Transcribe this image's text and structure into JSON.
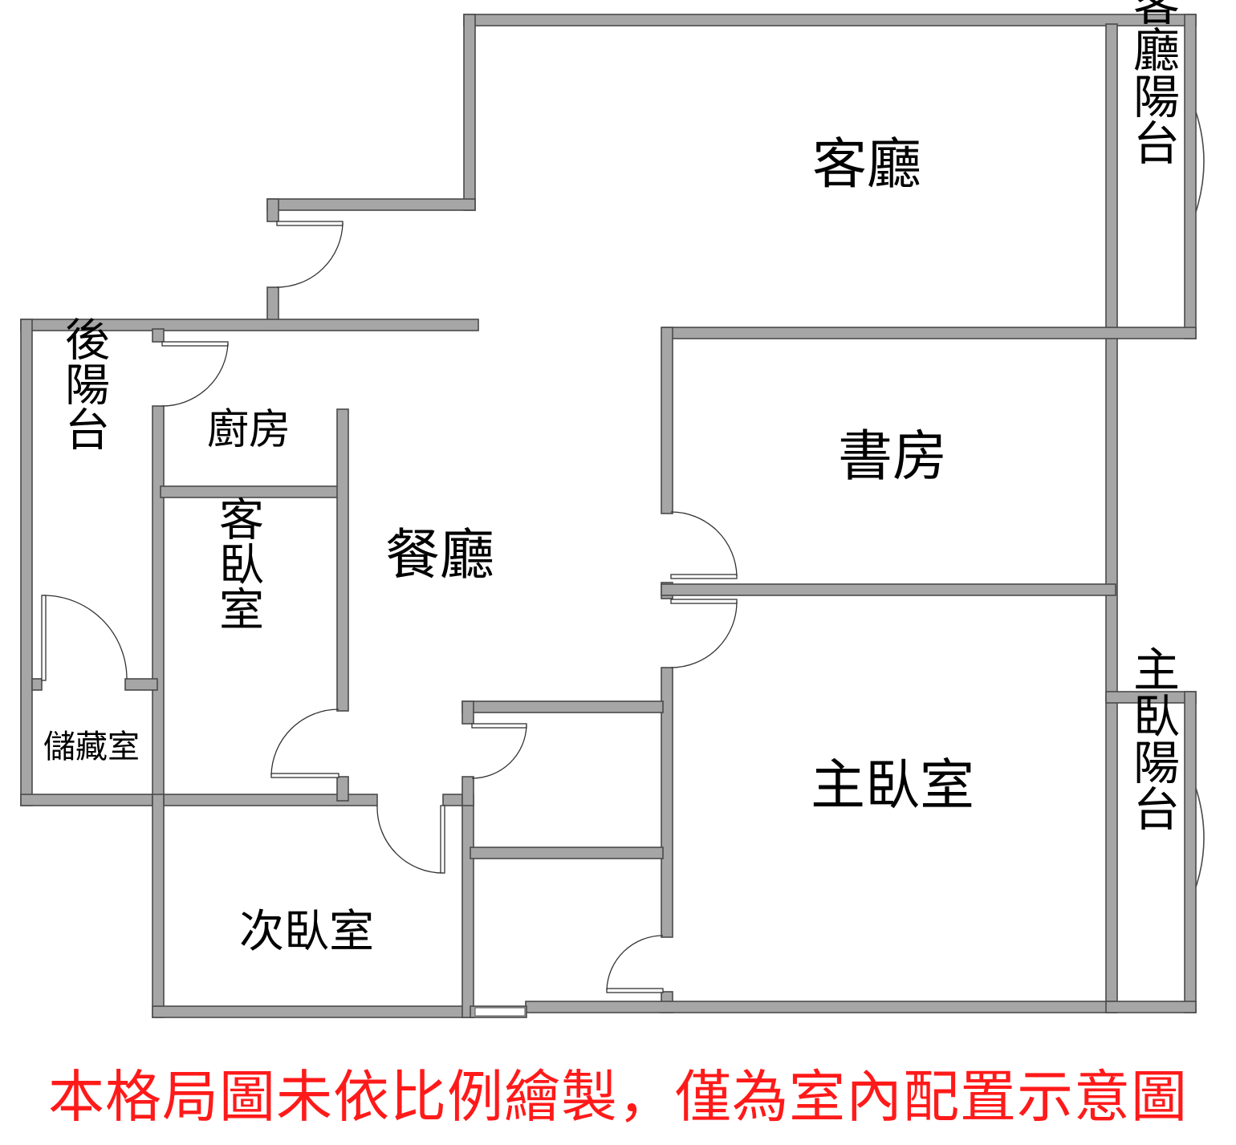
{
  "rooms": {
    "living_room": "客廳",
    "living_balcony": "客廳陽台",
    "back_balcony": "後陽台",
    "kitchen": "廚房",
    "study": "書房",
    "dining_room": "餐廳",
    "guest_bedroom": "客臥室",
    "storage_room": "儲藏室",
    "master_bedroom": "主臥室",
    "master_balcony": "主臥陽台",
    "second_bedroom": "次臥室"
  },
  "disclaimer": "本格局圖未依比例繪製，僅為室內配置示意圖",
  "colors": {
    "wall": "#a6a6a6",
    "wall_outline": "#4a4a4a",
    "disclaimer": "#ff1a1a",
    "label": "#000000"
  }
}
